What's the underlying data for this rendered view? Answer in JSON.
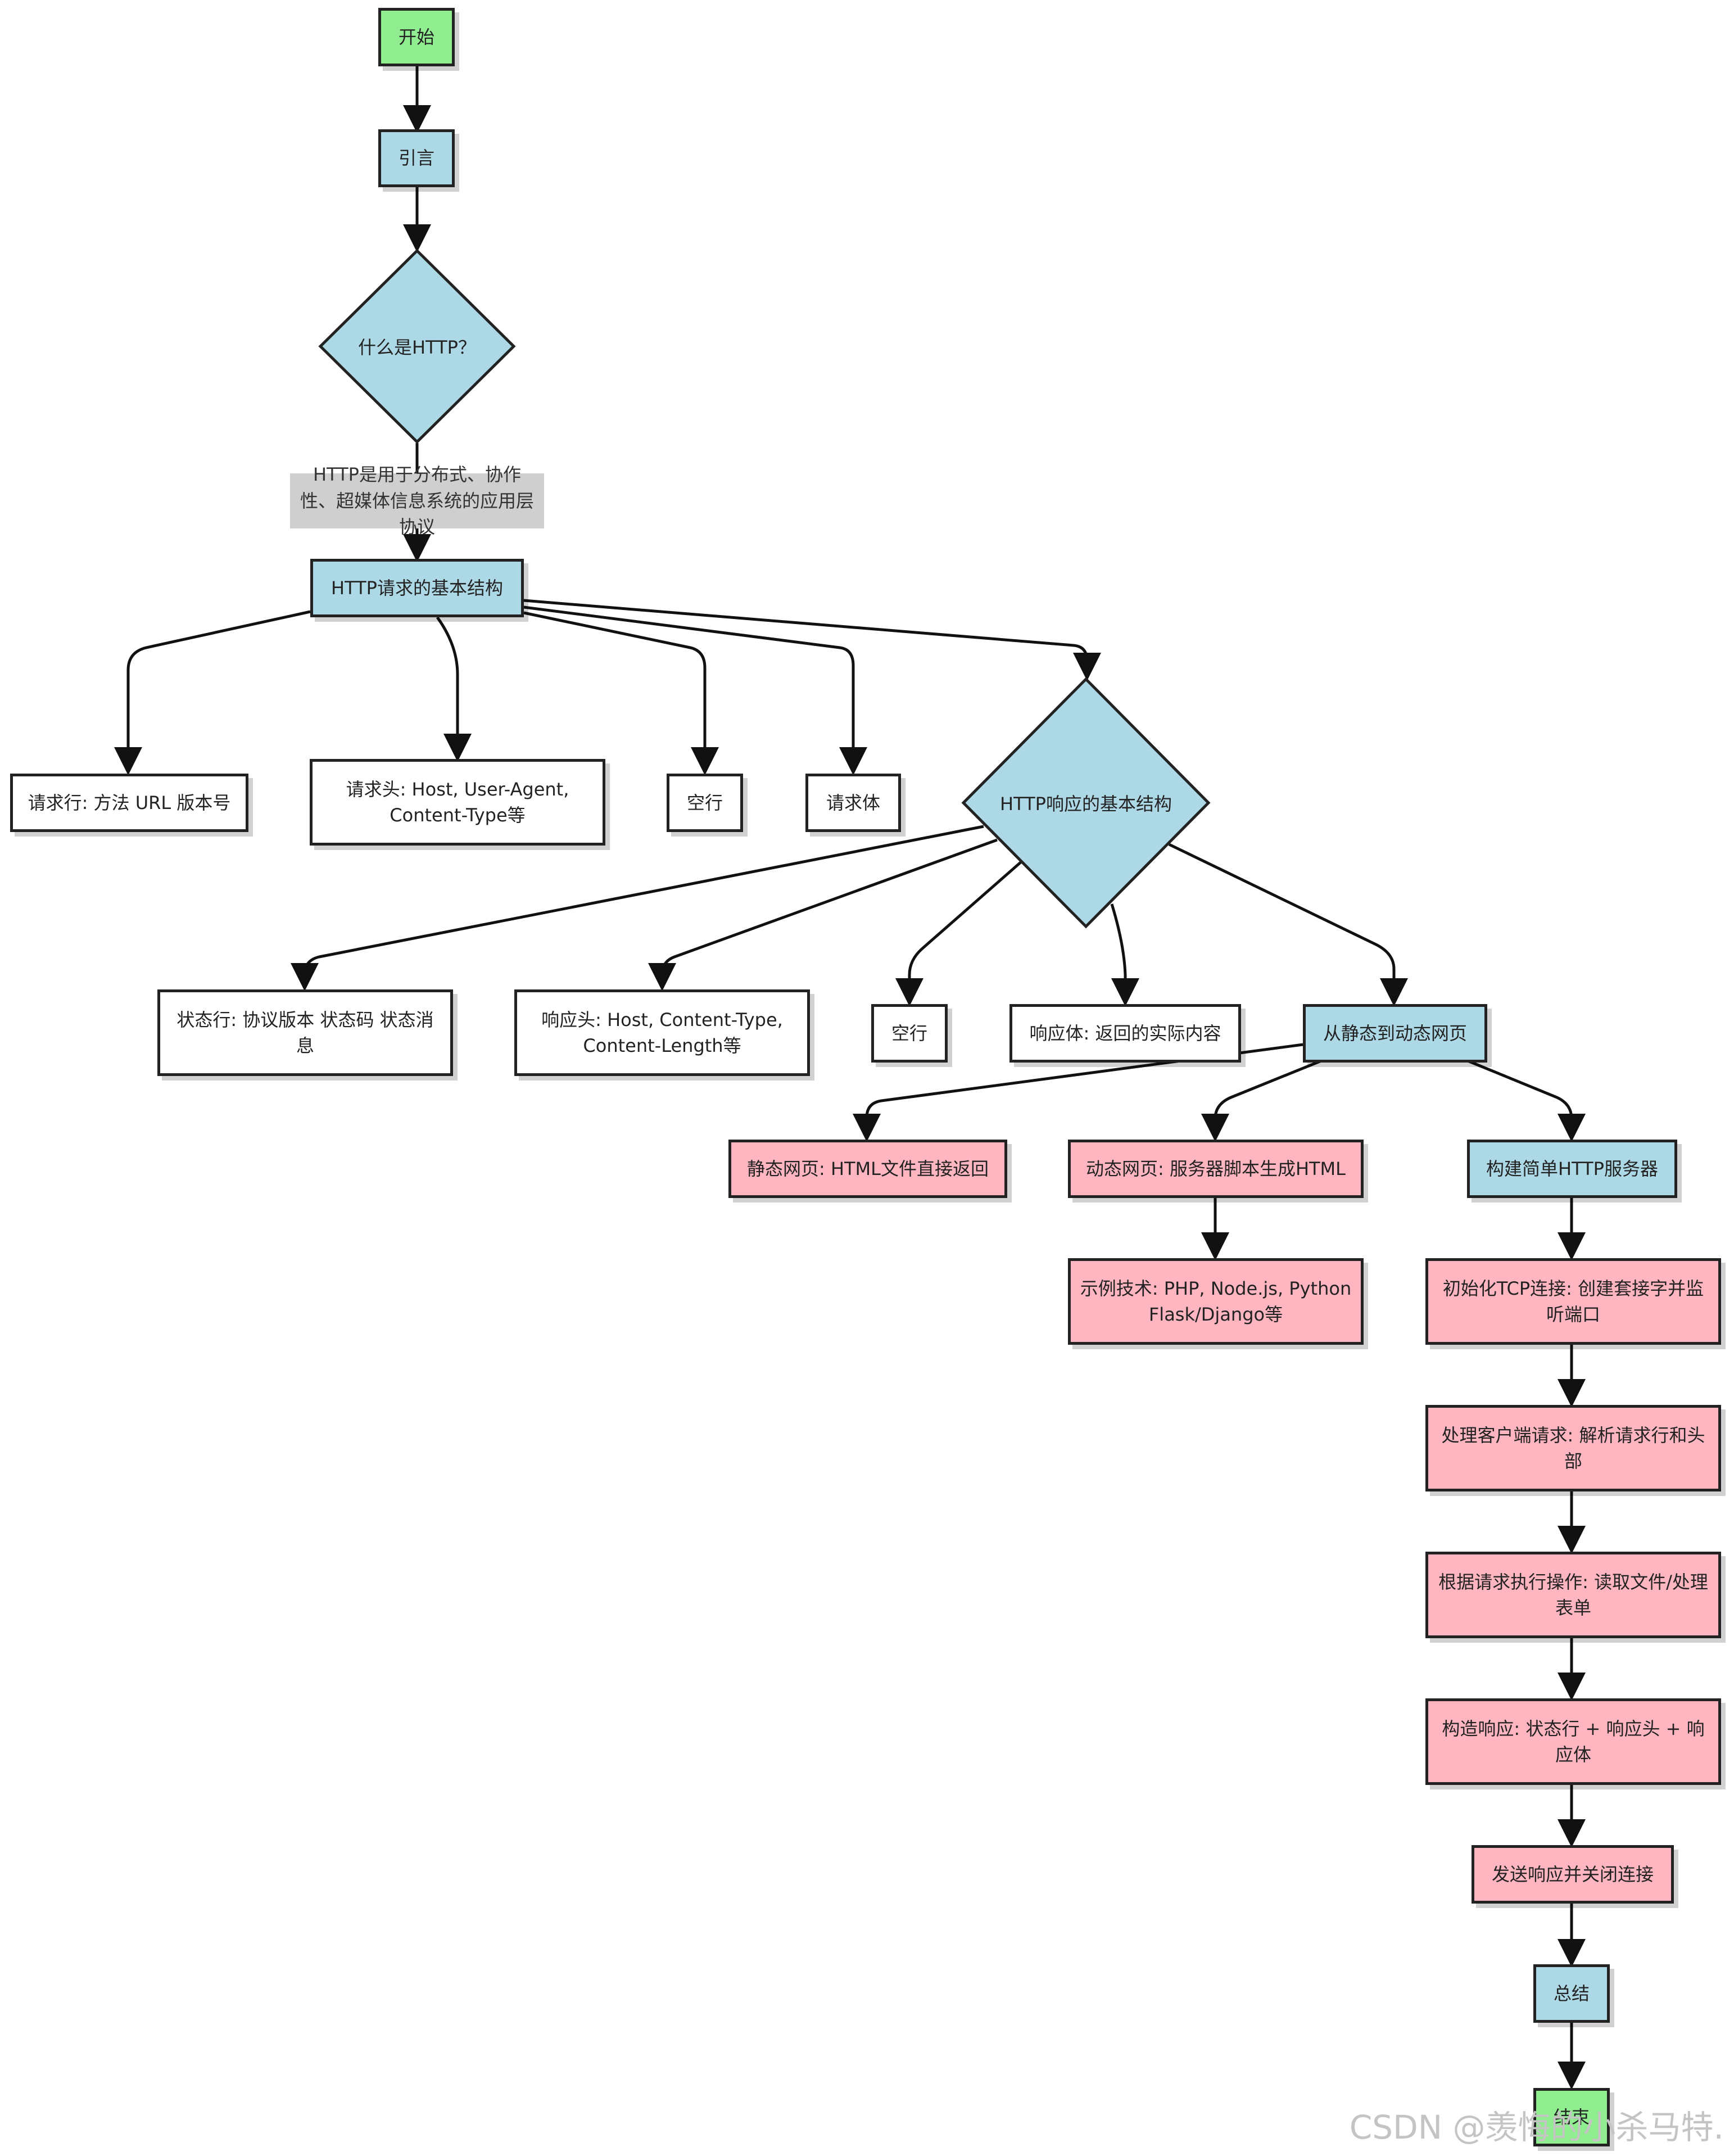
{
  "nodes": {
    "start": "开始",
    "intro": "引言",
    "what_http": "什么是HTTP？",
    "req_structure": "HTTP请求的基本结构",
    "req_line": "请求行: 方法 URL 版本号",
    "req_header": "请求头: Host, User-Agent, Content-Type等",
    "req_blank": "空行",
    "req_body": "请求体",
    "resp_structure": "HTTP响应的基本结构",
    "status_line": "状态行: 协议版本 状态码 状态消息",
    "resp_header": "响应头: Host, Content-Type, Content-Length等",
    "resp_blank": "空行",
    "resp_body": "响应体: 返回的实际内容",
    "static_dynamic": "从静态到动态网页",
    "static_page": "静态网页: HTML文件直接返回",
    "dynamic_page": "动态网页: 服务器脚本生成HTML",
    "example_tech": "示例技术: PHP, Node.js, Python Flask/Django等",
    "build_server": "构建简单HTTP服务器",
    "init_tcp": "初始化TCP连接: 创建套接字并监听端口",
    "handle_req": "处理客户端请求: 解析请求行和头部",
    "execute": "根据请求执行操作: 读取文件/处理表单",
    "build_resp": "构造响应: 状态行 + 响应头 + 响应体",
    "send_close": "发送响应并关闭连接",
    "summary": "总结",
    "end": "结束"
  },
  "edge_labels": {
    "http_definition": "HTTP是用于分布式、协作性、超媒体信息系统的应用层协议"
  },
  "colors": {
    "terminal": "#90ee90",
    "section": "#add8e6",
    "detail": "#ffb6c1",
    "leaf": "#ffffff",
    "stroke": "#222222",
    "edge_label_bg": "#cfcfcf"
  },
  "watermark": "CSDN @羡悔的小杀马特."
}
